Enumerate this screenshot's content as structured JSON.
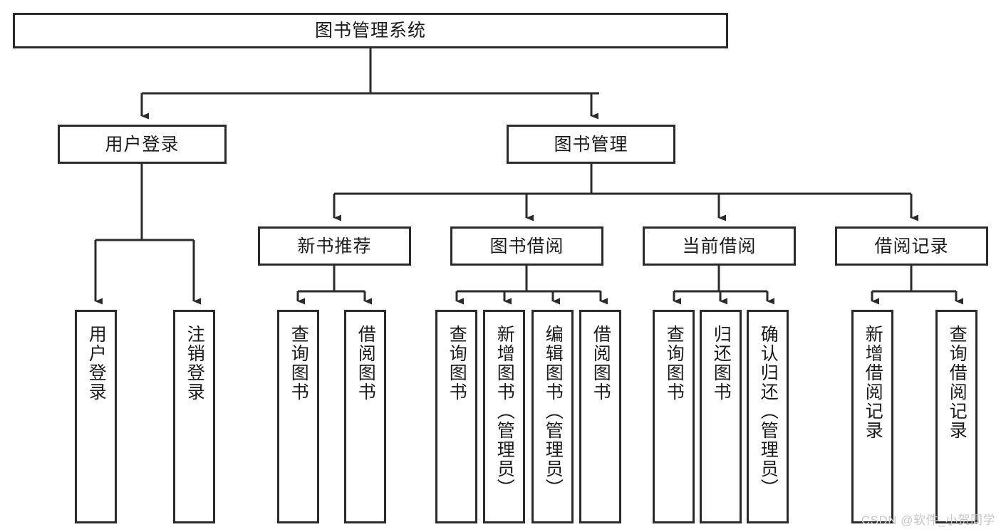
{
  "diagram": {
    "title": "图书管理系统",
    "type": "hierarchy-tree",
    "line_color": "#2b2b2b",
    "box_fill": "#ffffff",
    "text_color": "#1a1a1a",
    "root": {
      "label": "图书管理系统"
    },
    "level2": [
      {
        "label": "用户登录"
      },
      {
        "label": "图书管理"
      }
    ],
    "level3": [
      {
        "label": "新书推荐"
      },
      {
        "label": "图书借阅"
      },
      {
        "label": "当前借阅"
      },
      {
        "label": "借阅记录"
      }
    ],
    "leaves": {
      "user_login": [
        {
          "label": "用户登录"
        },
        {
          "label": "注销登录"
        }
      ],
      "new_book_recommend": [
        {
          "label": "查询图书"
        },
        {
          "label": "借阅图书"
        }
      ],
      "book_borrow": [
        {
          "label": "查询图书"
        },
        {
          "label": "新增图书（管理员）"
        },
        {
          "label": "编辑图书（管理员）"
        },
        {
          "label": "借阅图书"
        }
      ],
      "current_borrow": [
        {
          "label": "查询图书"
        },
        {
          "label": "归还图书"
        },
        {
          "label": "确认归还（管理员）"
        }
      ],
      "borrow_record": [
        {
          "label": "新增借阅记录"
        },
        {
          "label": "查询借阅记录"
        }
      ]
    }
  },
  "watermark": {
    "text": "CSDN @软件_小贺同学",
    "color": "#c8c8c8"
  }
}
